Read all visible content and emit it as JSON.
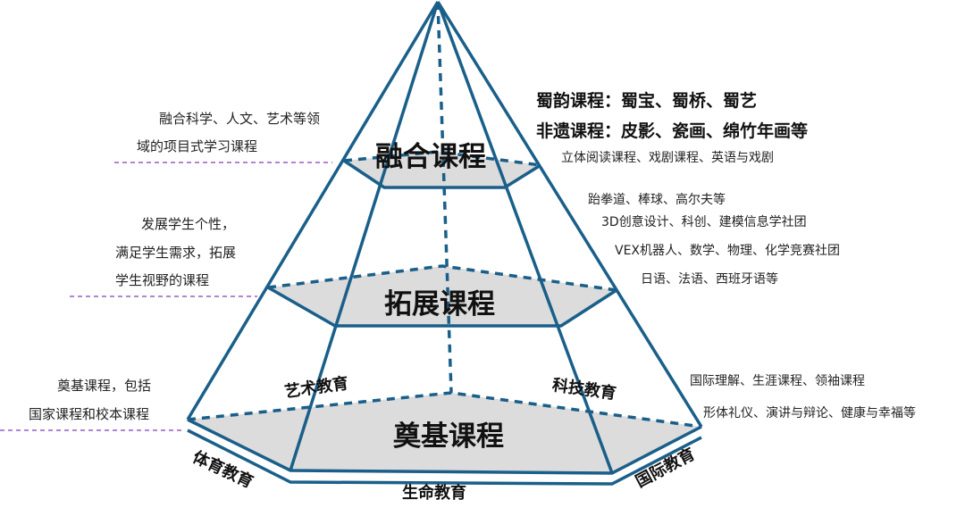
{
  "colors": {
    "edge": "#1a5f8a",
    "fill": "#dcdcdc",
    "guide": "#9b59c9"
  },
  "tiers": {
    "top": "融合课程",
    "middle": "拓展课程",
    "base": "奠基课程"
  },
  "left_notes": {
    "top": [
      "融合科学、人文、艺术等领",
      "域的项目式学习课程"
    ],
    "middle": [
      "发展学生个性，",
      "满足学生需求，拓展",
      "学生视野的课程"
    ],
    "base": [
      "奠基课程，包括",
      "国家课程和校本课程"
    ]
  },
  "right_notes": {
    "top_bold": [
      "蜀韵课程：蜀宝、蜀桥、蜀艺",
      "非遗课程：皮影、瓷画、绵竹年画等"
    ],
    "top": "立体阅读课程、戏剧课程、英语与戏剧",
    "middle": [
      "跆拳道、棒球、高尔夫等",
      "3D创意设计、科创、建模信息学社团",
      "VEX机器人、数学、物理、化学竞赛社团",
      "日语、法语、西班牙语等"
    ],
    "base": [
      "国际理解、生涯课程、领袖课程",
      "形体礼仪、演讲与辩论、健康与幸福等"
    ]
  },
  "faces": {
    "art": "艺术教育",
    "tech": "科技教育",
    "pe": "体育教育",
    "life": "生命教育",
    "intl": "国际教育"
  }
}
